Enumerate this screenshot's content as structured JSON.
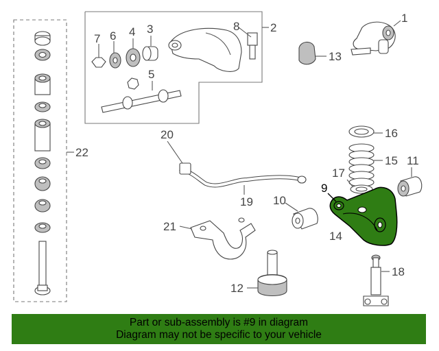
{
  "callouts": {
    "c1": "1",
    "c2": "2",
    "c3": "3",
    "c4": "4",
    "c5": "5",
    "c6": "6",
    "c7": "7",
    "c8": "8",
    "c9": "9",
    "c10": "10",
    "c11": "11",
    "c12": "12",
    "c13": "13",
    "c14": "14",
    "c15": "15",
    "c16": "16",
    "c17": "17",
    "c18": "18",
    "c19": "19",
    "c20": "20",
    "c21": "21",
    "c22": "22"
  },
  "highlight": {
    "part_number": "9",
    "color": "#2f7d14"
  },
  "banner": {
    "line1": "Part or sub-assembly is #9 in diagram",
    "line2": "Diagram may not be specific to your vehicle",
    "background": "#2f7d14"
  }
}
